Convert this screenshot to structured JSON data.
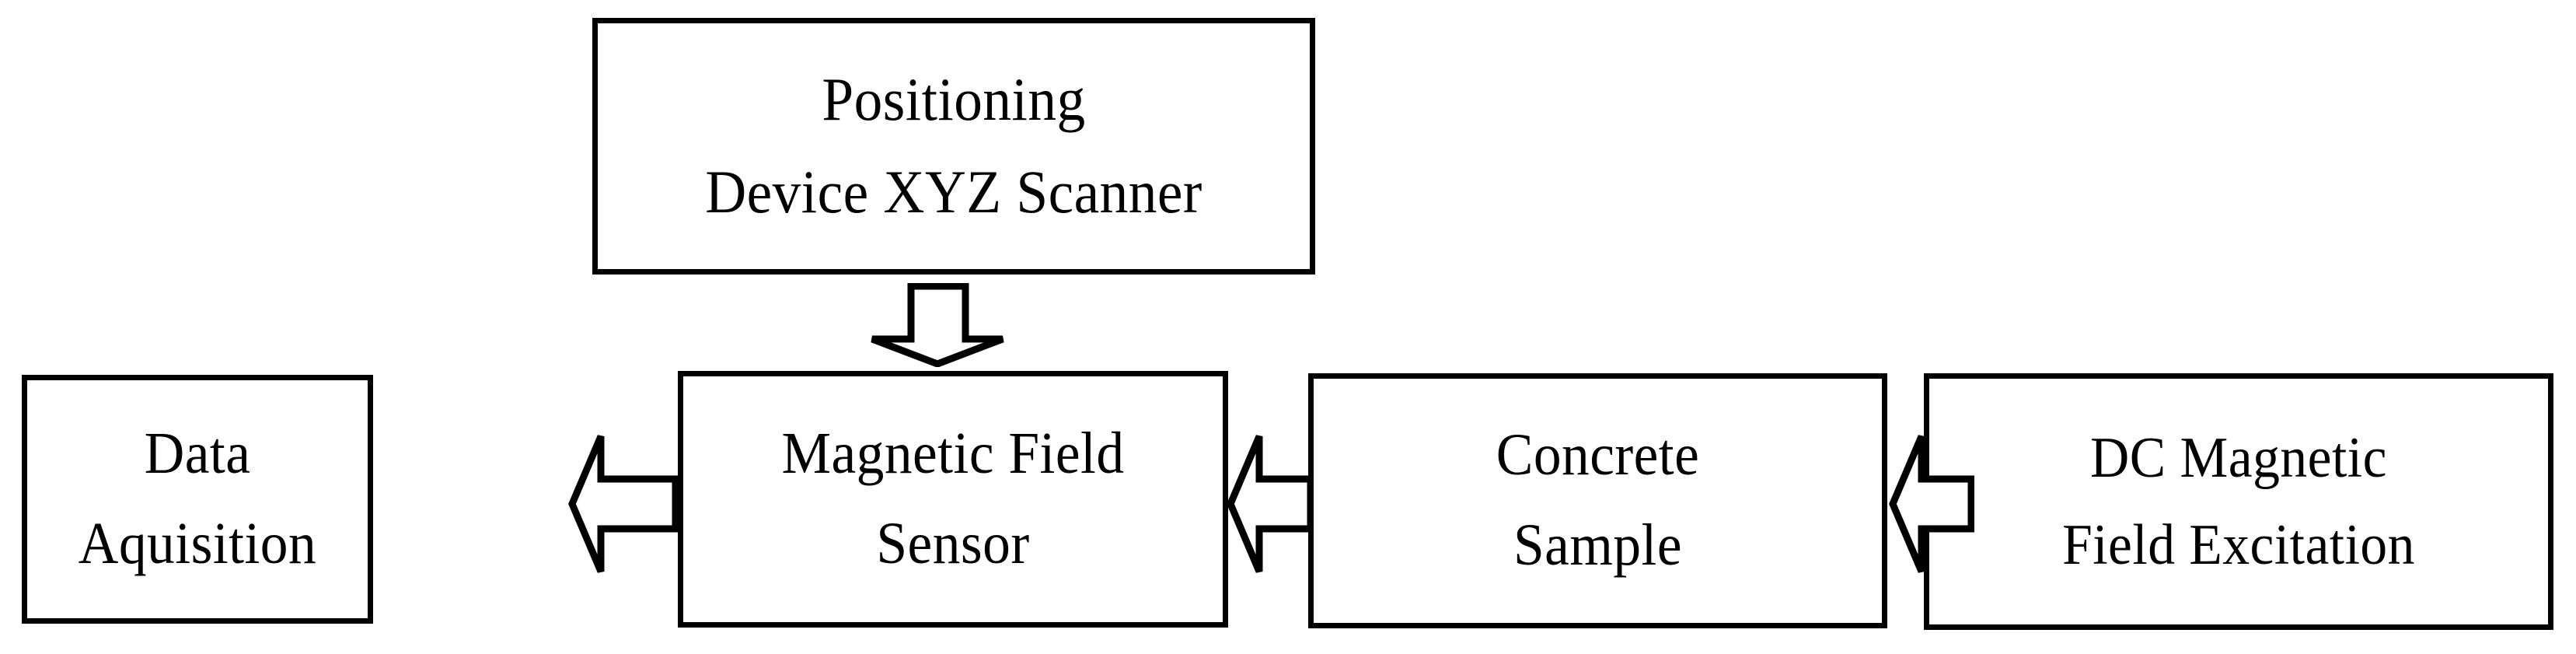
{
  "diagram": {
    "title": "Magnetic measurement setup block diagram",
    "background_color": "#ffffff",
    "line_color": "#000000",
    "blocks": [
      {
        "id": "positioning",
        "line1": "Positioning",
        "line2": "Device XYZ Scanner"
      },
      {
        "id": "data-acquisition",
        "line1": "Data",
        "line2": "Aquisition"
      },
      {
        "id": "magnetic-field-sensor",
        "line1": "Magnetic Field",
        "line2": "Sensor"
      },
      {
        "id": "concrete-sample",
        "line1": "Concrete",
        "line2": "Sample"
      },
      {
        "id": "dc-excitation",
        "line1": "DC Magnetic",
        "line2": "Field Excitation"
      }
    ],
    "arrows": [
      {
        "id": "scanner-to-sensor",
        "direction": "down",
        "from": "Positioning Device XYZ Scanner",
        "to": "Magnetic Field Sensor",
        "style": "hollow-block-arrow"
      },
      {
        "id": "sensor-to-daq",
        "direction": "left",
        "from": "Magnetic Field Sensor",
        "to": "Data Aquisition",
        "style": "hollow-block-arrow"
      },
      {
        "id": "sample-to-sensor",
        "direction": "left",
        "from": "Concrete Sample",
        "to": "Magnetic Field Sensor",
        "style": "hollow-block-arrow"
      },
      {
        "id": "excitation-to-sample",
        "direction": "left",
        "from": "DC Magnetic Field Excitation",
        "to": "Concrete Sample",
        "style": "hollow-block-arrow"
      }
    ]
  }
}
